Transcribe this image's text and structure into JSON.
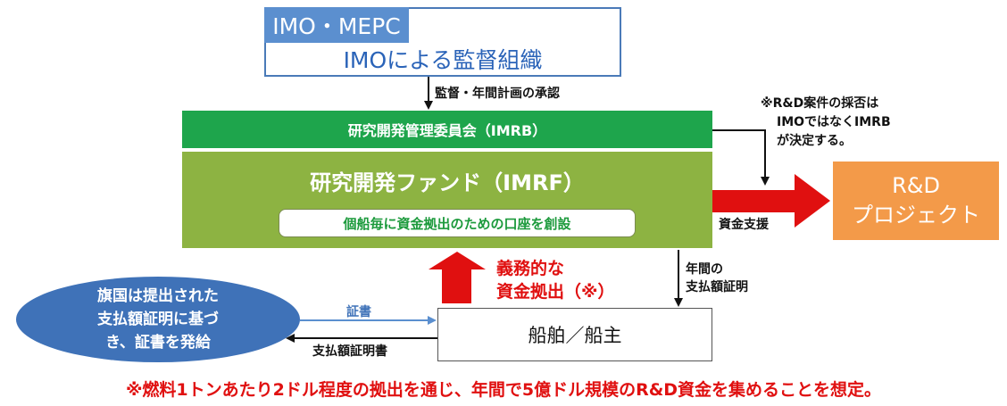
{
  "imo": {
    "tab": "IMO・MEPC",
    "subtitle": "IMOによる監督組織"
  },
  "approval_label": "監督・年間計画の承認",
  "imrb": "研究開発管理委員会（IMRB）",
  "imrf": {
    "title": "研究開発ファンド（IMRF）",
    "account": "個船毎に資金拠出のための口座を創設"
  },
  "note": {
    "line1": "※R&D案件の採否は",
    "line2": "IMOではなくIMRB",
    "line3": "が決定する。"
  },
  "rd": {
    "line1": "R&D",
    "line2": "プロジェクト"
  },
  "funding_support": "資金支援",
  "duty": {
    "line1": "義務的な",
    "line2": "資金拠出（※）"
  },
  "annual": {
    "line1": "年間の",
    "line2": "支払額証明"
  },
  "ship": "船舶／船主",
  "flag_state": {
    "line1": "旗国は提出された",
    "line2": "支払額証明に基づ",
    "line3": "き、証書を発給"
  },
  "certificate": "証書",
  "payment_certificate": "支払額証明書",
  "footer": "※燃料1トンあたり2ドル程度の拠出を通じ、年間で5億ドル規模のR&D資金を集めることを想定。",
  "colors": {
    "imo_blue": "#5b8fcf",
    "imrb_green": "#1ea54c",
    "imrf_green": "#8db342",
    "rd_orange": "#f39a49",
    "red": "#e01010",
    "flag_blue": "#3f72b8"
  }
}
